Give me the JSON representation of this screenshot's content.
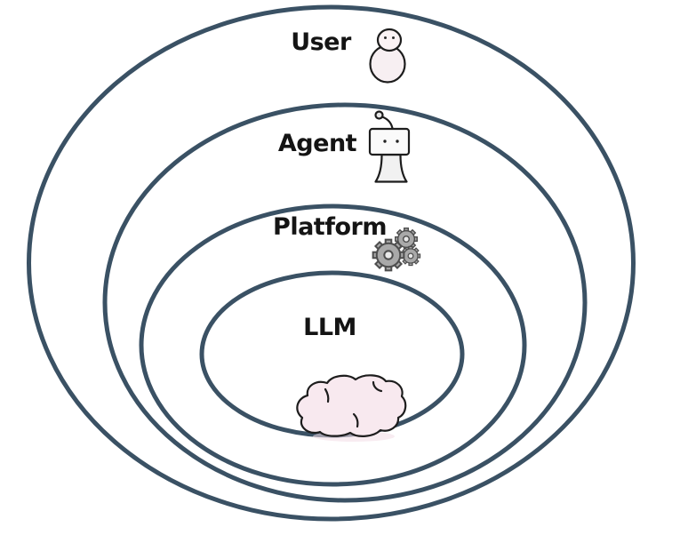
{
  "diagram": {
    "type": "nested-ellipses",
    "description": "Four concentric hand-drawn rings from outermost to innermost",
    "layers": [
      {
        "label": "User",
        "icon": "person-icon"
      },
      {
        "label": "Agent",
        "icon": "robot-icon"
      },
      {
        "label": "Platform",
        "icon": "gears-icon"
      },
      {
        "label": "LLM",
        "icon": "brain-icon"
      }
    ],
    "colors": {
      "background": "#ffffff",
      "ring_stroke": "#3a5164",
      "label_text": "#141414",
      "gear_fill": "#a9a9a9",
      "gear_outline": "#4e4e4e",
      "brain_fill": "#f8e9ef",
      "figure_fill": "#faf4f6"
    }
  }
}
